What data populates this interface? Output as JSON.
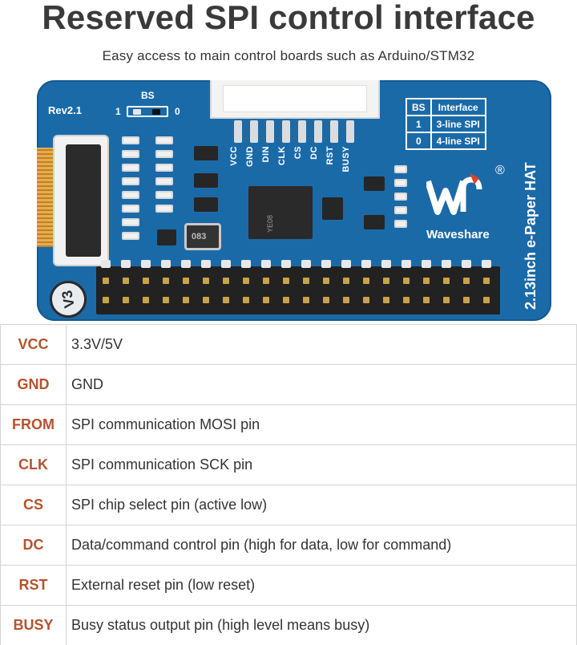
{
  "title": "Reserved SPI control interface",
  "subtitle": "Easy access to main control boards such as Arduino/STM32",
  "board": {
    "revision": "Rev2.1",
    "bs_label": "BS",
    "bs_one": "1",
    "bs_zero": "0",
    "pin_labels": [
      "VCC",
      "GND",
      "DIN",
      "CLK",
      "CS",
      "DC",
      "RST",
      "BUSY"
    ],
    "bs_table": {
      "headers": [
        "BS",
        "Interface"
      ],
      "rows": [
        [
          "1",
          "3-line SPI"
        ],
        [
          "0",
          "4-line SPI"
        ]
      ]
    },
    "inductor_code": "083",
    "ic_code": "YE08",
    "brand": "Waveshare",
    "registered": "®",
    "product": "2.13inch e-Paper HAT",
    "version_badge": "V3"
  },
  "pins": [
    {
      "name": "VCC",
      "description": "3.3V/5V"
    },
    {
      "name": "GND",
      "description": "GND"
    },
    {
      "name": "FROM",
      "description": "SPI communication MOSI pin"
    },
    {
      "name": "CLK",
      "description": "SPI communication SCK pin"
    },
    {
      "name": "CS",
      "description": "SPI chip select pin (active low)"
    },
    {
      "name": "DC",
      "description": "Data/command control pin (high for data, low for command)"
    },
    {
      "name": "RST",
      "description": "External reset pin (low reset)"
    },
    {
      "name": "BUSY",
      "description": "Busy status output pin (high level means busy)"
    }
  ],
  "colors": {
    "board_blue": "#1b6aa8",
    "pin_name": "#b5522f",
    "title": "#3a3a3a"
  }
}
